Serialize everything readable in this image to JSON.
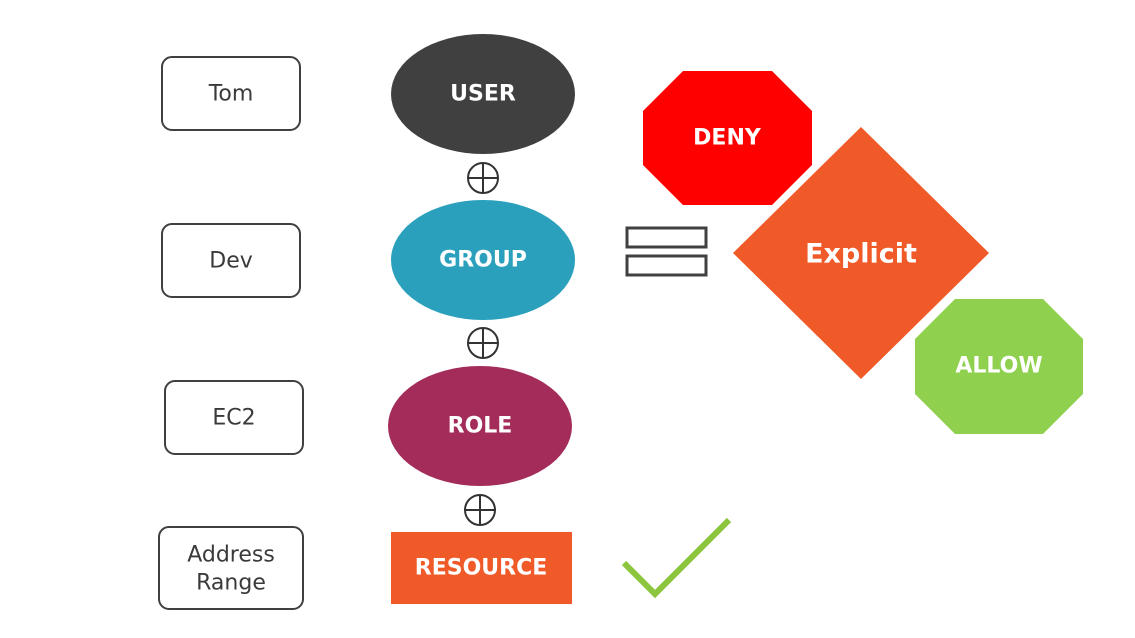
{
  "boxes": {
    "tom": "Tom",
    "dev": "Dev",
    "ec2": "EC2",
    "address_line1": "Address",
    "address_line2": "Range"
  },
  "nodes": {
    "user": "USER",
    "group": "GROUP",
    "role": "ROLE",
    "resource": "RESOURCE"
  },
  "outcomes": {
    "deny": "DENY",
    "explicit": "Explicit",
    "allow": "ALLOW"
  },
  "colors": {
    "user": "#404040",
    "group": "#2aa0bc",
    "role": "#a32c5a",
    "resource": "#f05a28",
    "deny": "#ff0000",
    "explicit": "#f05a28",
    "allow": "#8fd14f",
    "check": "#8cc63f",
    "outline": "#404040"
  },
  "icons": {
    "operators": "circled-plus-icon",
    "equals": "equals-icon",
    "check": "checkmark-icon"
  }
}
